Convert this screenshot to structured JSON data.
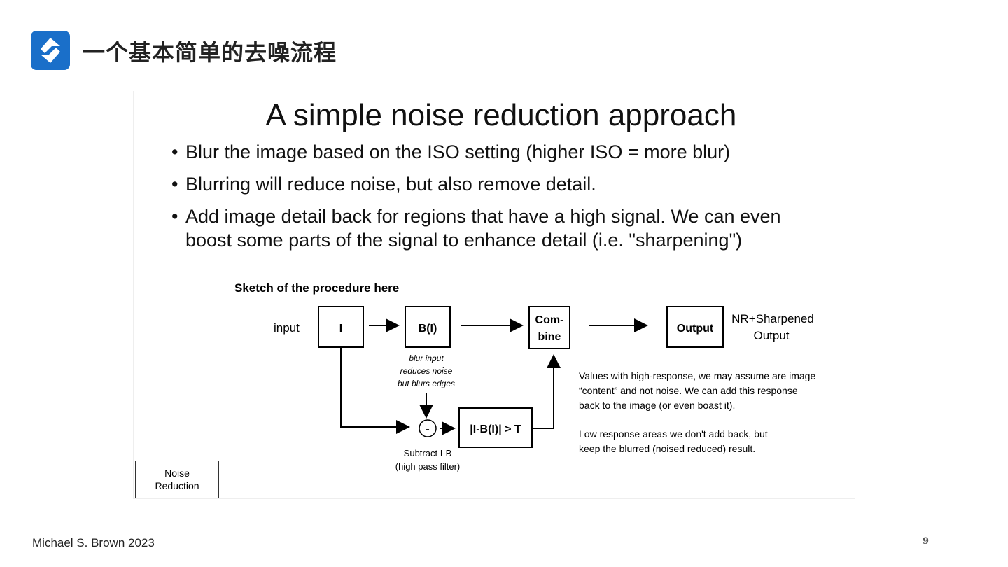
{
  "header": {
    "title": "一个基本简单的去噪流程",
    "logo_icon": "brand-logo-icon",
    "logo_color": "#1a6fc9"
  },
  "slide": {
    "title": "A simple noise reduction approach",
    "bullets": [
      "Blur the image based on the ISO setting (higher ISO = more blur)",
      "Blurring will reduce noise, but also remove detail.",
      "Add image detail back for regions that have a high signal. We can even boost some parts of the signal to enhance detail (i.e. \"sharpening\")"
    ],
    "diagram": {
      "heading": "Sketch of the procedure here",
      "input_label": "input",
      "box_i": "I",
      "box_blur": "B(I)",
      "box_combine_1": "Com-",
      "box_combine_2": "bine",
      "box_output": "Output",
      "output_label_1": "NR+Sharpened",
      "output_label_2": "Output",
      "blur_note_1": "blur input",
      "blur_note_2": "reduces noise",
      "blur_note_3": "but blurs edges",
      "minus": "-",
      "box_threshold": "|I-B(I)| > T",
      "subtract_1": "Subtract I-B",
      "subtract_2": "(high pass filter)",
      "explain_1": "Values with high-response, we may assume are image",
      "explain_2": "“content” and not noise.  We can add this response",
      "explain_3": "back to the image (or even boast it).",
      "explain_4": "Low response areas we don't add back, but",
      "explain_5": "keep the blurred (noised reduced) result."
    },
    "note_label_1": "Noise",
    "note_label_2": "Reduction"
  },
  "footer": {
    "author": "Michael S. Brown 2023",
    "page_number": "9"
  }
}
